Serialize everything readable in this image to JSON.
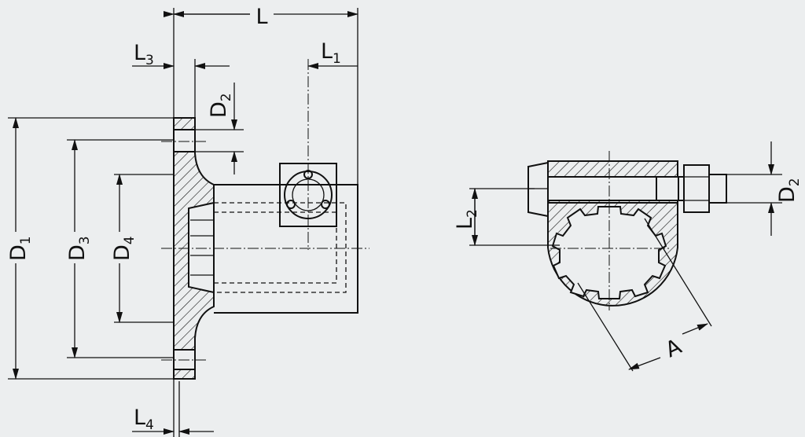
{
  "labels": {
    "L": "L",
    "L1": {
      "base": "L",
      "sub": "1"
    },
    "L3": {
      "base": "L",
      "sub": "3"
    },
    "L4": {
      "base": "L",
      "sub": "4"
    },
    "D1": {
      "base": "D",
      "sub": "1"
    },
    "D2_left": {
      "base": "D",
      "sub": "2"
    },
    "D3": {
      "base": "D",
      "sub": "3"
    },
    "D4": {
      "base": "D",
      "sub": "4"
    },
    "L2": {
      "base": "L",
      "sub": "2"
    },
    "D2_right": {
      "base": "D",
      "sub": "2"
    },
    "A": "A"
  }
}
